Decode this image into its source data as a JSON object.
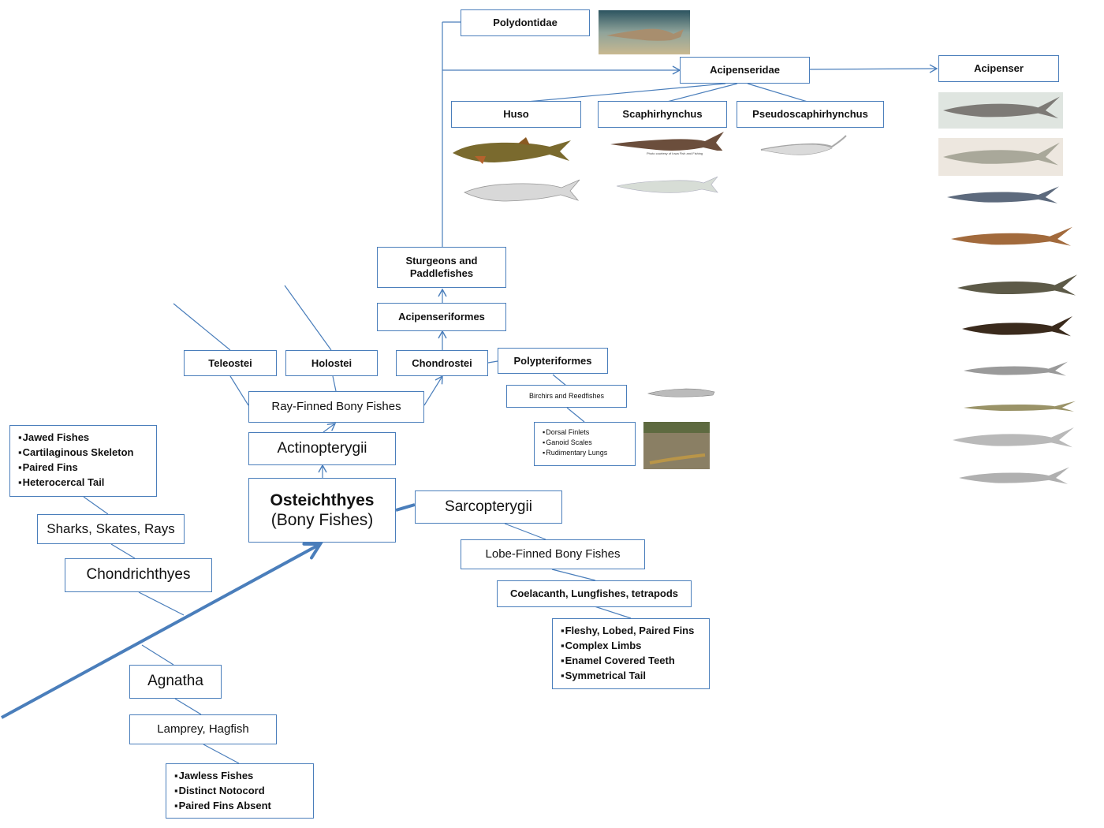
{
  "colors": {
    "line": "#4a7ebb",
    "border": "#4a7ebb",
    "text": "#111111"
  },
  "nodes": {
    "polydontidae": "Polydontidae",
    "acipenseridae": "Acipenseridae",
    "acipenser": "Acipenser",
    "huso": "Huso",
    "scaphirhynchus": "Scaphirhynchus",
    "pseudoscaphirhynchus": "Pseudoscaphirhynchus",
    "sturgeons_line1": "Sturgeons and",
    "sturgeons_line2": "Paddlefishes",
    "acipenseriformes": "Acipenseriformes",
    "teleostei": "Teleostei",
    "holostei": "Holostei",
    "chondrostei": "Chondrostei",
    "polypteriformes": "Polypteriformes",
    "birchirs": "Birchirs and Reedfishes",
    "ray_finned": "Ray-Finned Bony Fishes",
    "actinopterygii": "Actinopterygii",
    "osteichthyes_line1": "Osteichthyes",
    "osteichthyes_line2": "(Bony Fishes)",
    "sarcopterygii": "Sarcopterygii",
    "lobe_finned": "Lobe-Finned Bony Fishes",
    "coelacanth": "Coelacanth, Lungfishes, tetrapods",
    "sharks": "Sharks, Skates, Rays",
    "chondrichthyes": "Chondrichthyes",
    "agnatha": "Agnatha",
    "lamprey": "Lamprey, Hagfish"
  },
  "traits": {
    "polypteriformes": [
      "Dorsal Finlets",
      "Ganoid Scales",
      "Rudimentary Lungs"
    ],
    "chondrichthyes": [
      "Jawed Fishes",
      "Cartilaginous Skeleton",
      "Paired Fins",
      "Heterocercal Tail"
    ],
    "sarcopterygii": [
      "Fleshy, Lobed, Paired Fins",
      "Complex Limbs",
      "Enamel Covered Teeth",
      "Symmetrical Tail"
    ],
    "agnatha": [
      "Jawless Fishes",
      "Distinct Notocord",
      "Paired Fins Absent"
    ]
  },
  "images": {
    "paddlefish": "paddlefish-photo",
    "huso": [
      "huso-fish-illustration-color",
      "huso-fish-illustration-gray"
    ],
    "scaphirhynchus": [
      "scaphirhynchus-fish-illustration-color",
      "scaphirhynchus-fish-illustration-pale"
    ],
    "scaphirhynchus_caption": "Photo courtesy of Iowa Fish and Fishing",
    "pseudoscaphirhynchus": [
      "pseudoscaphirhynchus-fish-illustration"
    ],
    "birchir": "birchir-illustration",
    "reedfish": "reedfish-photo",
    "acipenser": [
      "acipenser-1",
      "acipenser-2",
      "acipenser-3",
      "acipenser-4",
      "acipenser-5",
      "acipenser-6",
      "acipenser-7",
      "acipenser-8",
      "acipenser-9",
      "acipenser-10"
    ]
  }
}
